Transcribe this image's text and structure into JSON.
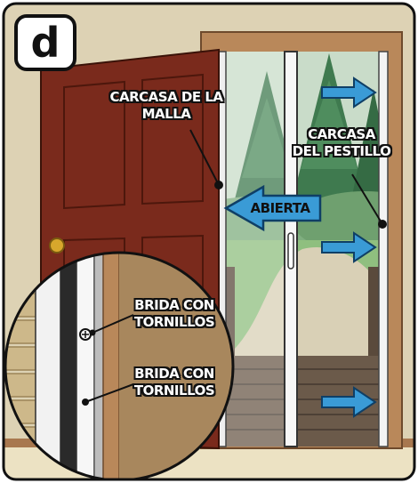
{
  "figure": {
    "step_letter": "d",
    "labels": {
      "mesh_housing": [
        "CARCASA DE LA",
        "MALLA"
      ],
      "latch_housing": [
        "CARCASA",
        "DEL PESTILLO"
      ],
      "open_arrow": "ABIERTA",
      "flange_top": [
        "BRIDA CON",
        "TORNILLOS"
      ],
      "flange_bottom": [
        "BRIDA CON",
        "TORNILLOS"
      ]
    },
    "colors": {
      "door": "#7a2a1c",
      "wall": "#ddd2b4",
      "trim": "#b9885a",
      "arrow": "#3a9bd6",
      "tree": "#3f7a4f",
      "sky": "#c9dcc9",
      "deck": "#6b5a4a"
    },
    "icons": [
      "screw-icon",
      "doorknob-icon",
      "arrow-right-icon",
      "arrow-left-icon"
    ]
  }
}
